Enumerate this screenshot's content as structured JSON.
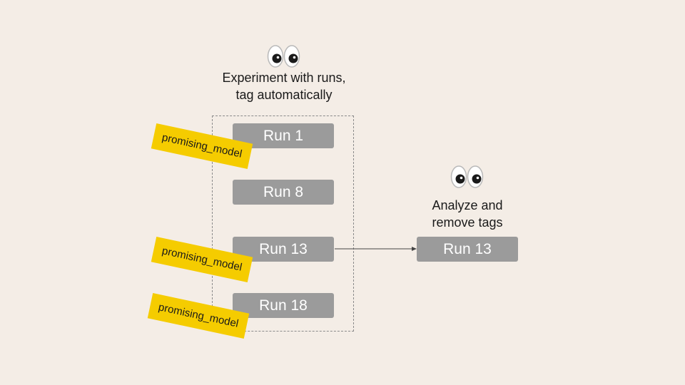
{
  "left_column": {
    "caption_lines": [
      "Experiment with runs,",
      "tag automatically"
    ],
    "eyes_icon": "eyes-emoji-icon",
    "runs": [
      {
        "label": "Run 1",
        "tag": "promising_model"
      },
      {
        "label": "Run 8",
        "tag": null
      },
      {
        "label": "Run 13",
        "tag": "promising_model"
      },
      {
        "label": "Run 18",
        "tag": "promising_model"
      }
    ]
  },
  "right_column": {
    "caption_lines": [
      "Analyze and",
      "remove tags"
    ],
    "eyes_icon": "eyes-emoji-icon",
    "run": {
      "label": "Run 13"
    }
  },
  "colors": {
    "background": "#f4ede6",
    "run_box": "#9b9b9b",
    "tag": "#f5cc00",
    "arrow": "#444444"
  }
}
